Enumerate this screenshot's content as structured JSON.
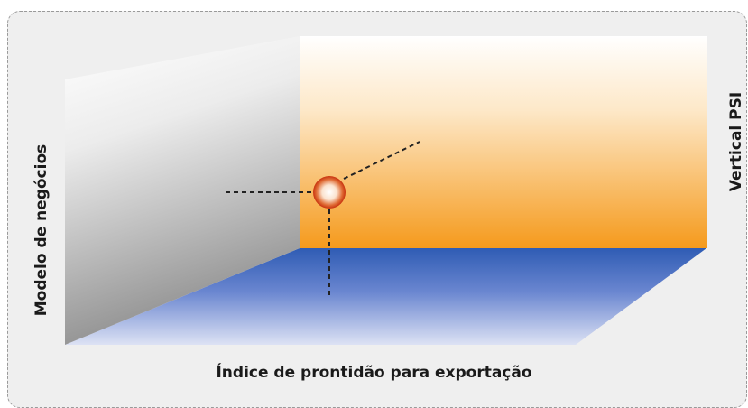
{
  "labels": {
    "x_axis": "Índice de prontidão para exportação",
    "left_axis": "Modelo de negócios",
    "right_axis": "Vertical PSI"
  },
  "colors": {
    "frame_background": "#efefef",
    "frame_border": "#9a9a9a",
    "back_wall_top": "#ffffff",
    "back_wall_bottom": "#f59a1c",
    "left_wall_top": "#ffffff",
    "left_wall_bottom": "#8e8e8e",
    "floor_back": "#2f5cb4",
    "floor_front": "#d6dcf2",
    "marker_center": "#ffffff",
    "marker_edge": "#c8320e",
    "guide_line": "#222222"
  }
}
